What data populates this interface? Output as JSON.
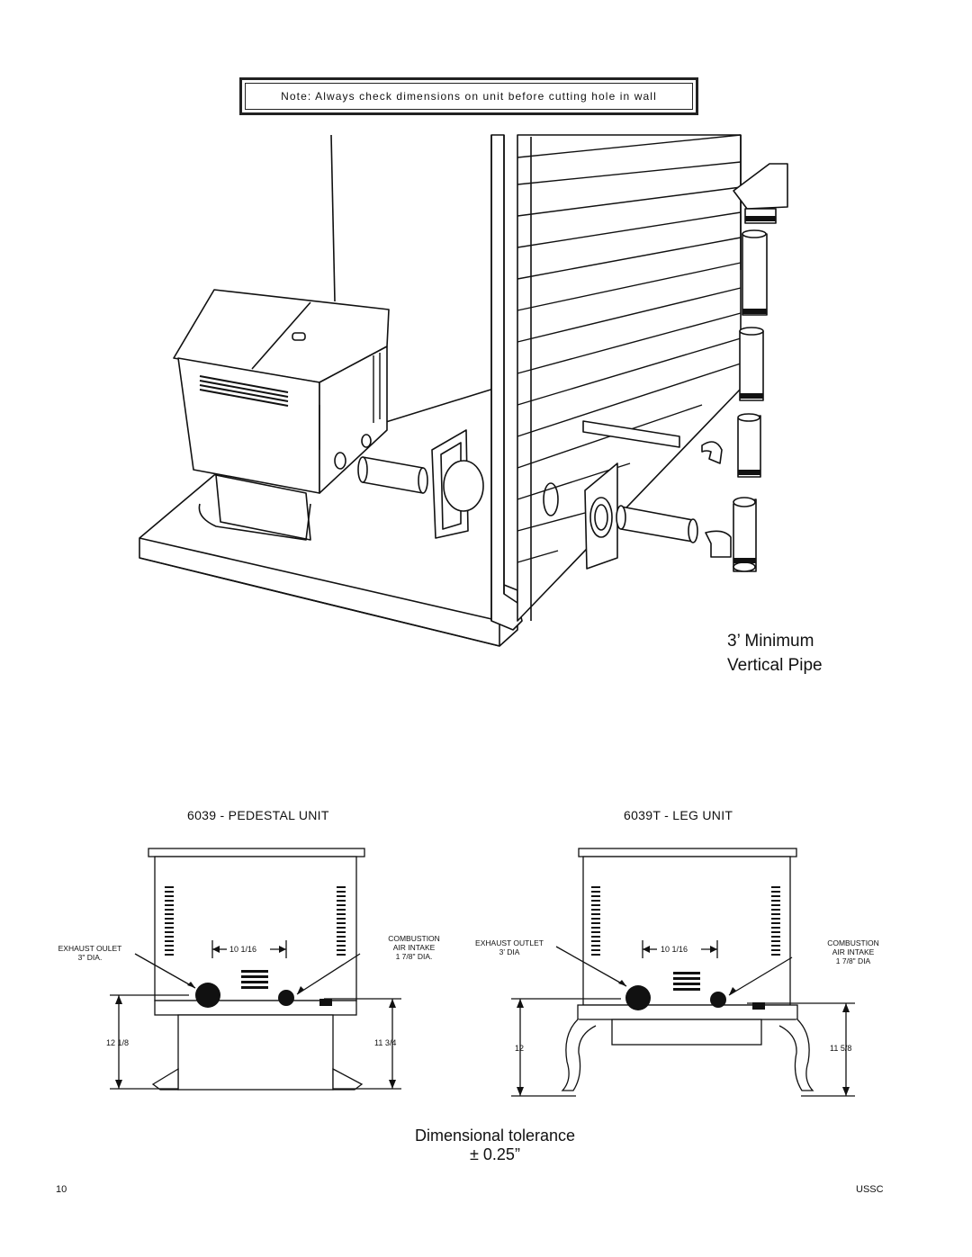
{
  "note": "Note: Always check dimensions on unit before cutting hole in wall",
  "caption": {
    "line1": "3’ Minimum",
    "line2": "Vertical Pipe"
  },
  "pedestal": {
    "title": "6039 - PEDESTAL UNIT",
    "exhaust_line1": "EXHAUST OULET",
    "exhaust_line2": "3\" DIA.",
    "combustion_line1": "COMBUSTION",
    "combustion_line2": "AIR INTAKE",
    "combustion_line3": "1 7/8\" DIA.",
    "spacing": "10 1/16",
    "left_height": "12 1/8",
    "right_height": "11 3/4"
  },
  "leg": {
    "title": "6039T - LEG UNIT",
    "exhaust_line1": "EXHAUST OUTLET",
    "exhaust_line2": "3’ DIA",
    "combustion_line1": "COMBUSTION",
    "combustion_line2": "AIR INTAKE",
    "combustion_line3": "1 7/8\" DIA",
    "spacing": "10 1/16",
    "left_height": "12",
    "right_height": "11 5/8"
  },
  "tolerance": {
    "line1": "Dimensional tolerance",
    "line2": "± 0.25”"
  },
  "footer": {
    "page": "10",
    "brand": "USSC"
  }
}
